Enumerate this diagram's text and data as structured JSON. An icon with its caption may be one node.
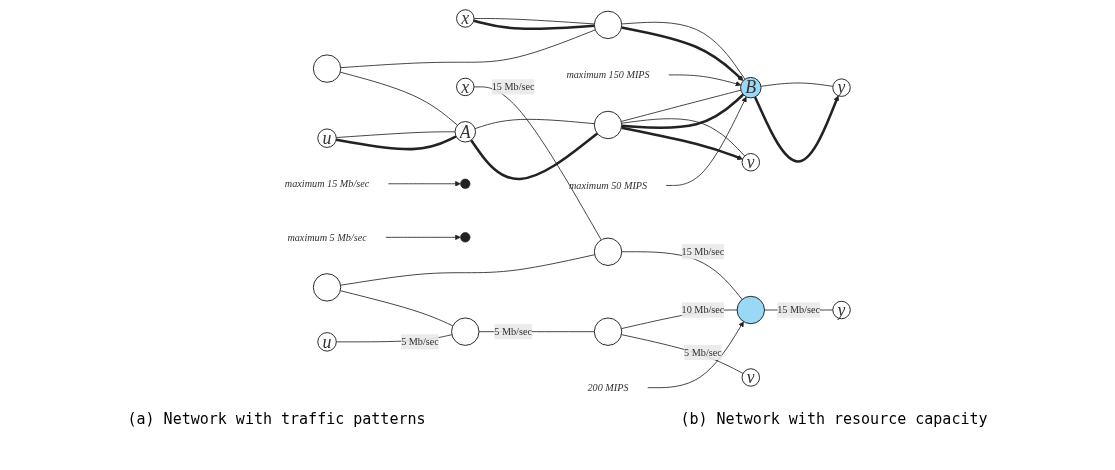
{
  "diagram": {
    "nodes": [
      {
        "text": [
          "x"
        ]
      },
      {
        "text": [],
        "shape": "circle"
      },
      {
        "text": [],
        "shape": "circle"
      },
      {
        "text": [
          "maximum 15 Mb/sec"
        ]
      },
      {
        "text": [
          "u"
        ]
      },
      {
        "text": [
          "maximum 150 MIPS"
        ]
      },
      {
        "text": [
          "A"
        ]
      },
      {
        "text": [],
        "shape": "circle"
      },
      {
        "text": [
          "B"
        ]
      },
      {
        "text": [
          "y"
        ]
      },
      {
        "text": [
          "maximum 5 Mb/sec"
        ]
      },
      {
        "text": [
          "maximum 50 MIPS"
        ]
      },
      {
        "text": [
          "v"
        ]
      },
      {
        "text": [
          "x"
        ]
      },
      {
        "text": [],
        "shape": "circle"
      },
      {
        "text": [],
        "shape": "circle"
      },
      {
        "text": [
          "u"
        ]
      },
      {
        "text": [],
        "shape": "circle"
      },
      {
        "text": [],
        "shape": "circle"
      },
      {
        "text": [],
        "shape": "circle"
      },
      {
        "text": [
          "y"
        ]
      },
      {
        "text": [
          "v"
        ]
      },
      {
        "text": [
          "200 MIPS"
        ]
      }
    ],
    "edges": [
      {
        "from": 0,
        "to": 2,
        "arrow": "none"
      },
      {
        "from": 1,
        "to": 2,
        "arrow": "none"
      },
      {
        "from": 1,
        "to": 6,
        "arrow": "none"
      },
      {
        "from": 4,
        "to": 6,
        "arrow": "none"
      },
      {
        "from": 6,
        "to": 7,
        "arrow": "none"
      },
      {
        "from": 7,
        "to": 8,
        "arrow": "none"
      },
      {
        "from": 2,
        "to": 8,
        "arrow": "none"
      },
      {
        "from": 8,
        "to": 9,
        "arrow": "none"
      },
      {
        "from": 7,
        "to": 12,
        "arrow": "none"
      },
      {
        "from": 4,
        "to": 6,
        "arrow": "none",
        "style": "thick"
      },
      {
        "from": 6,
        "to": 7,
        "arrow": "none",
        "style": "thick"
      },
      {
        "from": 7,
        "to": 8,
        "arrow": "none",
        "style": "thick"
      },
      {
        "from": 8,
        "to": 9,
        "arrow": "to",
        "style": "thick"
      },
      {
        "from": 0,
        "to": 2,
        "arrow": "none",
        "style": "thick"
      },
      {
        "from": 2,
        "to": 8,
        "arrow": "to",
        "style": "thick"
      },
      {
        "from": 7,
        "to": 12,
        "arrow": "to",
        "style": "thick"
      },
      {
        "from": 3,
        "to": null,
        "arrow": "to"
      },
      {
        "from": 5,
        "to": 8,
        "arrow": "to"
      },
      {
        "from": 10,
        "to": null,
        "arrow": "to"
      },
      {
        "from": 11,
        "to": 8,
        "arrow": "to"
      },
      {
        "from": 13,
        "to": 15,
        "arrow": "none",
        "label": "15 Mb/sec"
      },
      {
        "from": 14,
        "to": 15,
        "arrow": "none"
      },
      {
        "from": 14,
        "to": 17,
        "arrow": "none"
      },
      {
        "from": 16,
        "to": 17,
        "arrow": "none",
        "label": "5 Mb/sec"
      },
      {
        "from": 17,
        "to": 18,
        "arrow": "none",
        "label": "5 Mb/sec"
      },
      {
        "from": 15,
        "to": 19,
        "arrow": "none",
        "label": "15 Mb/sec"
      },
      {
        "from": 18,
        "to": 19,
        "arrow": "none",
        "label": "10 Mb/sec"
      },
      {
        "from": 19,
        "to": 20,
        "arrow": "none",
        "label": "15 Mb/sec"
      },
      {
        "from": 18,
        "to": 21,
        "arrow": "none",
        "label": "5 Mb/sec"
      },
      {
        "from": 22,
        "to": 19,
        "arrow": "to"
      }
    ],
    "labels": [
      "(a) Network with traffic patterns",
      "(b) Network with resource capacity"
    ]
  }
}
